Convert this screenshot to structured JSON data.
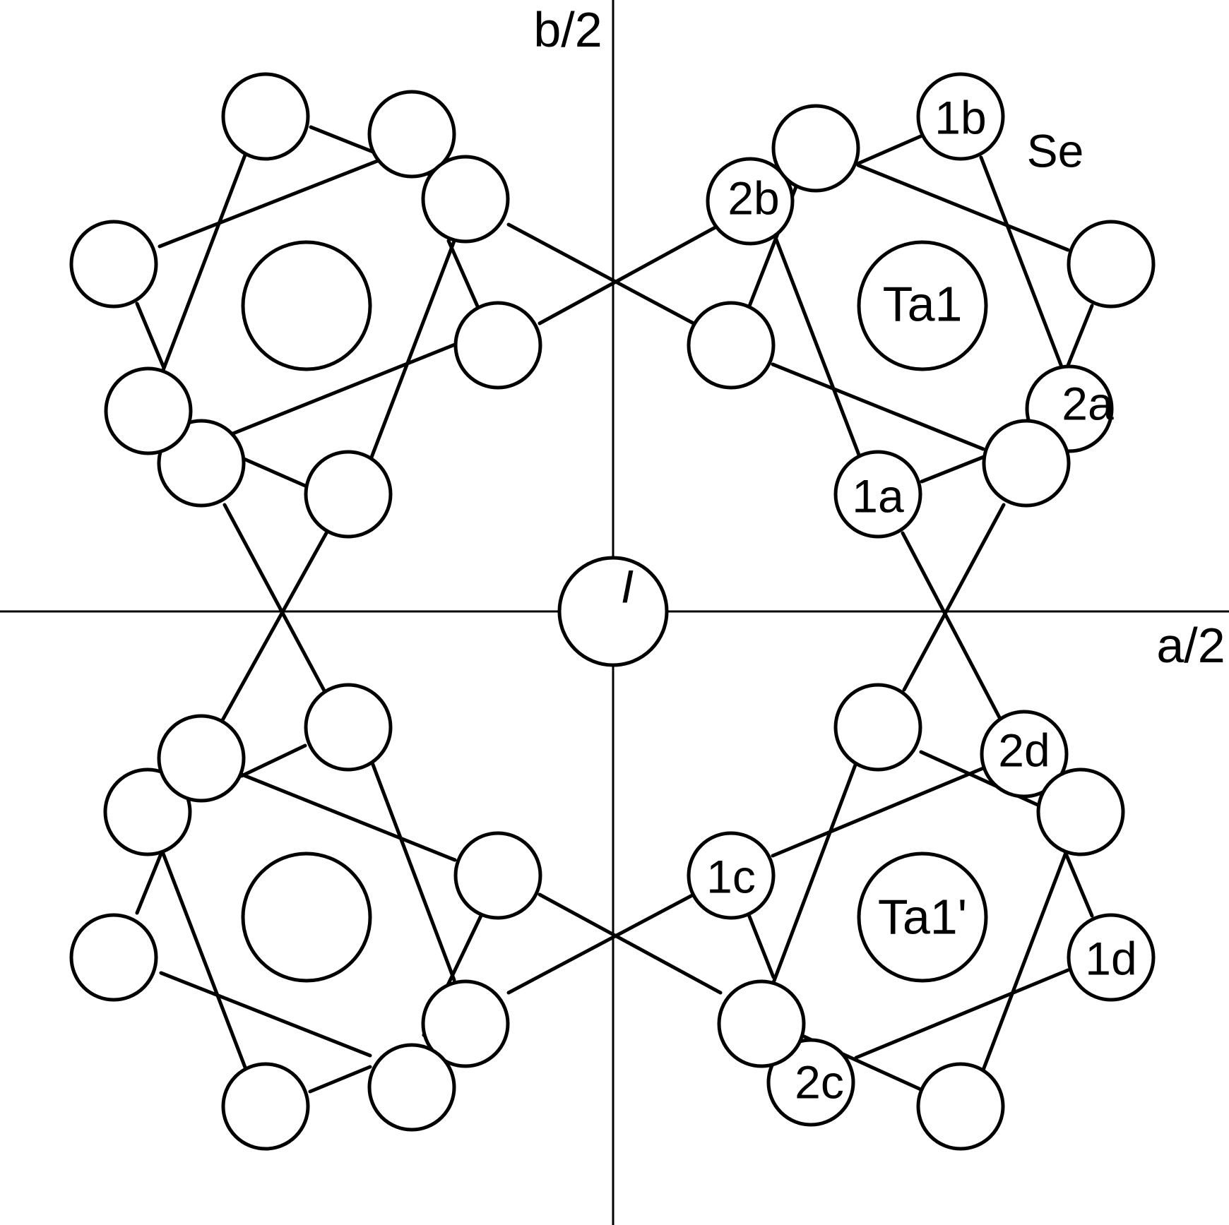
{
  "axes": {
    "x_label": "a/2",
    "y_label": "b/2"
  },
  "labels": {
    "se": "Se",
    "ta1": "Ta1",
    "ta1_prime": "Ta1'",
    "inversion": "I",
    "se_1a": "1a",
    "se_1b": "1b",
    "se_1c": "1c",
    "se_1d": "1d",
    "se_2a": "2a",
    "se_2b": "2b",
    "se_2c": "2c",
    "se_2d": "2d"
  }
}
